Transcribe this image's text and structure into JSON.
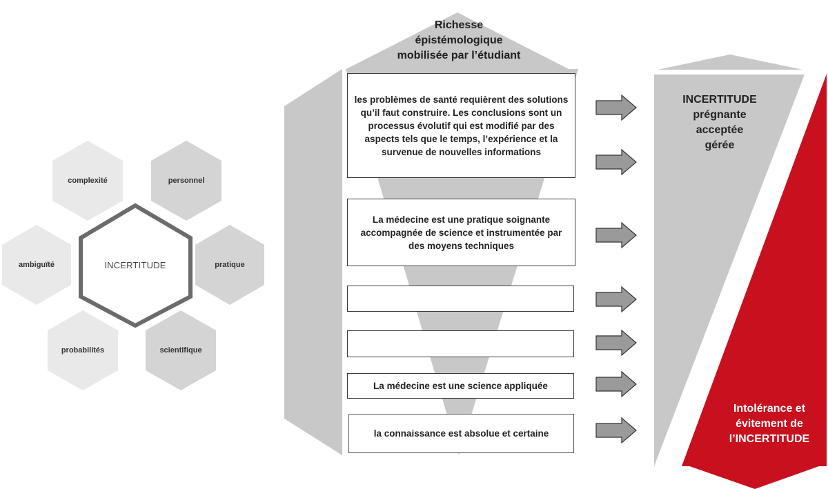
{
  "hexagon_diagram": {
    "center": "INCERTITUDE",
    "petals": [
      {
        "key": "complexite",
        "label": "complexité"
      },
      {
        "key": "personnel",
        "label": "personnel"
      },
      {
        "key": "ambiguite",
        "label": "ambiguïté"
      },
      {
        "key": "pratique",
        "label": "pratique"
      },
      {
        "key": "probabilites",
        "label": "probabilités"
      },
      {
        "key": "scientifique",
        "label": "scientifique"
      }
    ]
  },
  "funnel": {
    "title_lines": [
      "Richesse",
      "épistémologique",
      "mobilisée par l’étudiant"
    ],
    "boxes": [
      {
        "text": "les problèmes de santé requièrent des solutions qu’il faut construire. Les conclusions sont un processus évolutif qui est modifié par des aspects tels que le temps, l’expérience et la survenue de nouvelles informations"
      },
      {
        "text": "La médecine est une pratique soignante accompagnée de science et instrumentée par des moyens techniques"
      },
      {
        "text": ""
      },
      {
        "text": ""
      },
      {
        "text": "La médecine est une science appliquée"
      },
      {
        "text": "la connaissance est absolue et certaine"
      }
    ]
  },
  "uncertainty_scale": {
    "top_lines": [
      "INCERTITUDE",
      "prégnante",
      "acceptée",
      "gérée"
    ],
    "bottom_lines": [
      "Intolérance et",
      "évitement de",
      "l’INCERTITUDE"
    ]
  },
  "colors": {
    "hex_light": "#e9e9e9",
    "hex_dark": "#d4d4d4",
    "center_outline": "#6b6b6b",
    "funnel_gray": "#c8c8c8",
    "arrow_fill": "#9a9a9a",
    "accent_red": "#c8101e"
  }
}
